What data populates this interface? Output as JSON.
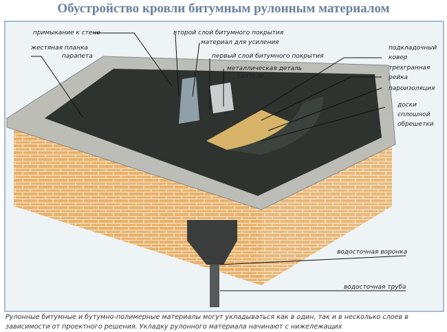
{
  "title": "Обустройство кровли битумным рулонным материалом",
  "labels": {
    "wall_junction": "примыкание к стене",
    "parapet_strip_1": "жестяная планка",
    "parapet_strip_2": "парапета",
    "second_layer": "второй слой битумного покрытия",
    "reinforcement": "материал для усиления",
    "first_layer": "первый слой битумного покрытия",
    "metal_part_1": "металлическая деталь",
    "metal_part_2": "галтели",
    "underlay_1": "подкладочный",
    "underlay_2": "ковер",
    "triangle_1": "трехгранная",
    "triangle_2": "рейка",
    "vapor": "пароизоляция",
    "boards_1": "доски",
    "boards_2": "сплошной",
    "boards_3": "обрешетки",
    "funnel": "водосточная воронка",
    "pipe": "водосточная труба"
  },
  "caption": "Рулонные битумные и бутумно-полимерные материалы могут укладываться как в один, так и в несколько слоев в зависимости от проектного решения. Укладку рулонного материала начинают с нижележащих",
  "colors": {
    "title": "#6a7f9f",
    "brick": "#e2a45c",
    "roof": "#2f3330",
    "parapet": "#b9b9b4"
  }
}
